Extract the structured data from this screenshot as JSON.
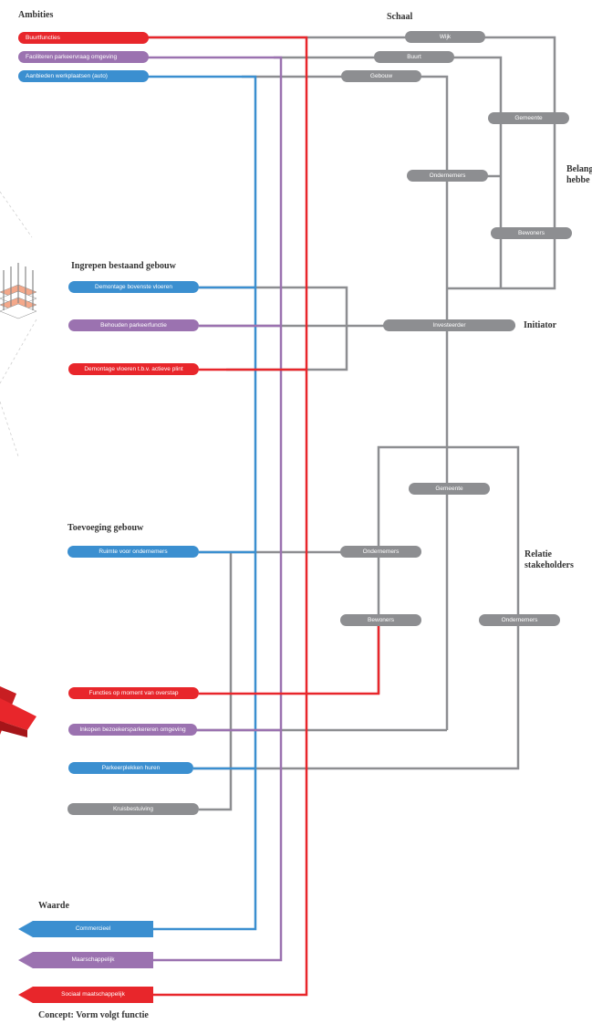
{
  "headings": {
    "ambities": "Ambities",
    "schaal": "Schaal",
    "belang_line1": "Belang",
    "belang_line2": "hebbe",
    "ingrepen": "Ingrepen bestaand gebouw",
    "initiator": "Initiator",
    "toevoeging": "Toevoeging gebouw",
    "relatie_line1": "Relatie",
    "relatie_line2": "stakeholders",
    "waarde": "Waarde",
    "concept": "Concept: Vorm volgt functie"
  },
  "ambities": {
    "buurtfuncties": "Buurtfuncties",
    "faciliteren": "Faciliteren parkeervraag omgeving",
    "aanbieden": "Aanbieden werkplaatsen (auto)"
  },
  "schaal": {
    "wijk": "Wijk",
    "buurt": "Buurt",
    "gebouw": "Gebouw"
  },
  "belanghebbenden": {
    "gemeente": "Gemeente",
    "ondernemers": "Ondernemers",
    "bewoners": "Bewoners"
  },
  "ingrepen": {
    "demontage_bovenste": "Demontage bovenste vloeren",
    "behouden": "Behouden parkeerfunctie",
    "demontage_plint": "Demontage vloeren t.b.v. actieve plint"
  },
  "initiator": {
    "investeerder": "Investeerder"
  },
  "toevoeging": {
    "ruimte": "Ruimte voor ondernemers",
    "functies": "Functies op moment van overstap",
    "inkopen": "Inkopen bezoekersparkereren omgeving",
    "parkeerplekken": "Parkeerplekken huren",
    "kruisbestuiving": "Kruisbestuiving"
  },
  "relatie": {
    "gemeente": "Gemeente",
    "ondernemers": "Ondernemers",
    "bewoners": "Bewoners",
    "ondernemers2": "Ondernemers"
  },
  "waarde": {
    "commercieel": "Commercieel",
    "maarschappelijk": "Maarschappelijk",
    "sociaal": "Sociaal maatschappelijk"
  },
  "colors": {
    "red": "#e8262b",
    "purple": "#9b72b0",
    "blue": "#3b8fd0",
    "gray": "#8d8e91",
    "peach": "#f4a88a"
  }
}
